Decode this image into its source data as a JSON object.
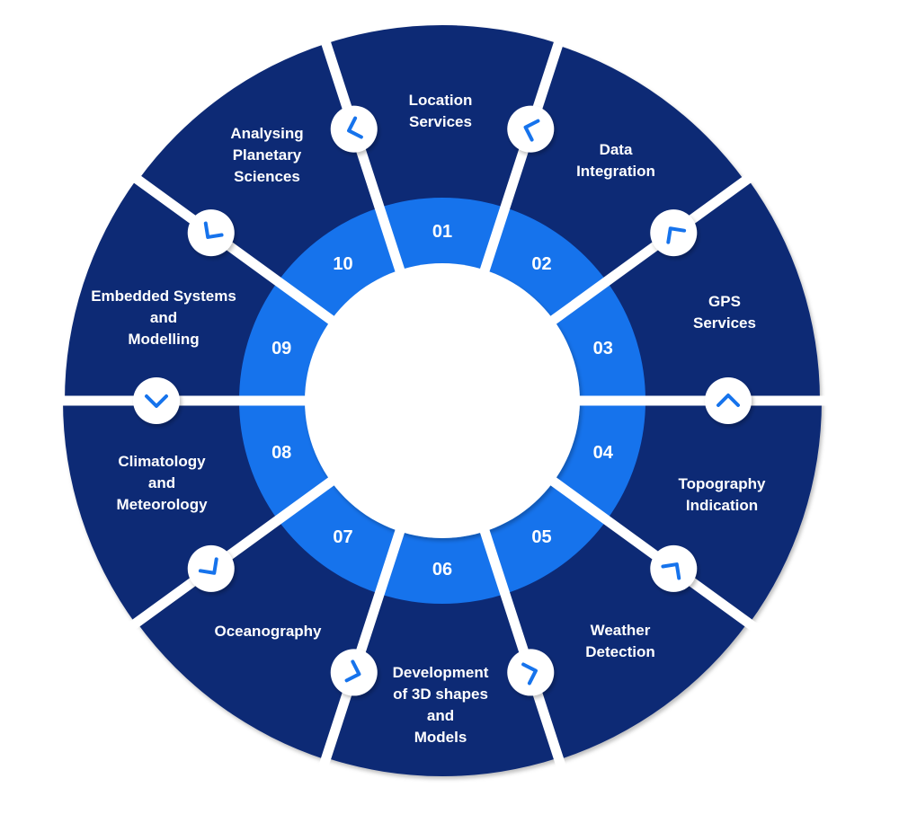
{
  "diagram": {
    "type": "circular-wheel",
    "colors": {
      "outer_segment": "#0f2a75",
      "inner_ring": "#1673ec",
      "center": "#ffffff",
      "divider": "#ffffff",
      "chevron": "#1673ec"
    },
    "segments": [
      {
        "number": "01",
        "label_lines": [
          "Location",
          "Services"
        ]
      },
      {
        "number": "02",
        "label_lines": [
          "Data",
          "Integration"
        ]
      },
      {
        "number": "03",
        "label_lines": [
          "GPS",
          "Services"
        ]
      },
      {
        "number": "04",
        "label_lines": [
          "Topography",
          "Indication"
        ]
      },
      {
        "number": "05",
        "label_lines": [
          "Weather",
          "Detection"
        ]
      },
      {
        "number": "06",
        "label_lines": [
          "Development",
          "of 3D shapes",
          "and",
          "Models"
        ]
      },
      {
        "number": "07",
        "label_lines": [
          "Oceanography"
        ]
      },
      {
        "number": "08",
        "label_lines": [
          "Climatology",
          "and",
          "Meteorology"
        ]
      },
      {
        "number": "09",
        "label_lines": [
          "Embedded Systems",
          "and",
          "Modelling"
        ]
      },
      {
        "number": "10",
        "label_lines": [
          "Analysing",
          "Planetary",
          "Sciences"
        ]
      }
    ],
    "connector_icon": "chevron-clockwise-icon"
  }
}
